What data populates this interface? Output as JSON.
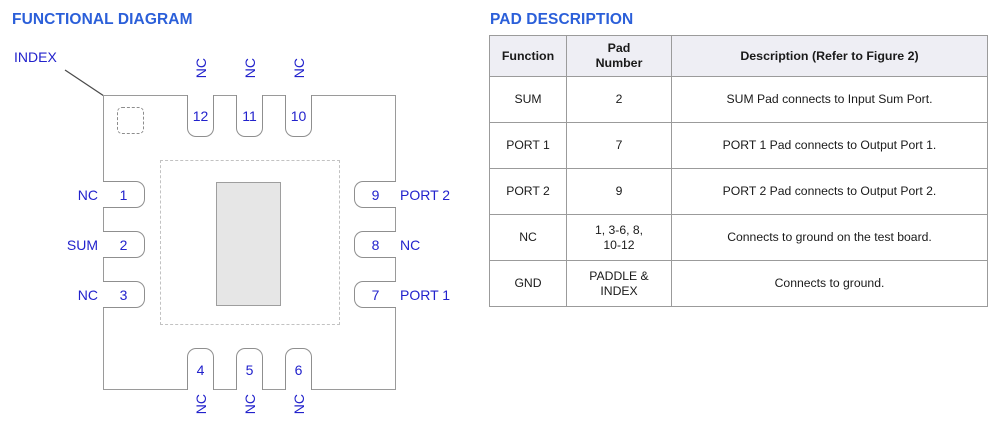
{
  "headings": {
    "functional": "FUNCTIONAL DIAGRAM",
    "pad": "PAD DESCRIPTION"
  },
  "diagram": {
    "index_label": "INDEX",
    "accent_color": "#2222cc",
    "heading_color": "#2b5fd9",
    "core_fill": "#e6e6e6",
    "pads": {
      "left": [
        {
          "number": "1",
          "label": "NC"
        },
        {
          "number": "2",
          "label": "SUM"
        },
        {
          "number": "3",
          "label": "NC"
        }
      ],
      "bottom": [
        {
          "number": "4",
          "label": "NC"
        },
        {
          "number": "5",
          "label": "NC"
        },
        {
          "number": "6",
          "label": "NC"
        }
      ],
      "right": [
        {
          "number": "9",
          "label": "PORT 2"
        },
        {
          "number": "8",
          "label": "NC"
        },
        {
          "number": "7",
          "label": "PORT 1"
        }
      ],
      "top": [
        {
          "number": "12",
          "label": "NC"
        },
        {
          "number": "11",
          "label": "NC"
        },
        {
          "number": "10",
          "label": "NC"
        }
      ]
    }
  },
  "table": {
    "columns": [
      "Function",
      "Pad\nNumber",
      "Description (Refer to Figure 2)"
    ],
    "rows": [
      {
        "function": "SUM",
        "pad": "2",
        "description": "SUM Pad connects to Input Sum Port."
      },
      {
        "function": "PORT 1",
        "pad": "7",
        "description": "PORT 1 Pad connects to Output Port 1."
      },
      {
        "function": "PORT 2",
        "pad": "9",
        "description": "PORT 2 Pad connects to Output Port 2."
      },
      {
        "function": "NC",
        "pad": "1, 3-6, 8,\n10-12",
        "description": "Connects to ground on the test board."
      },
      {
        "function": "GND",
        "pad": "PADDLE &\nINDEX",
        "description": "Connects to ground."
      }
    ]
  }
}
